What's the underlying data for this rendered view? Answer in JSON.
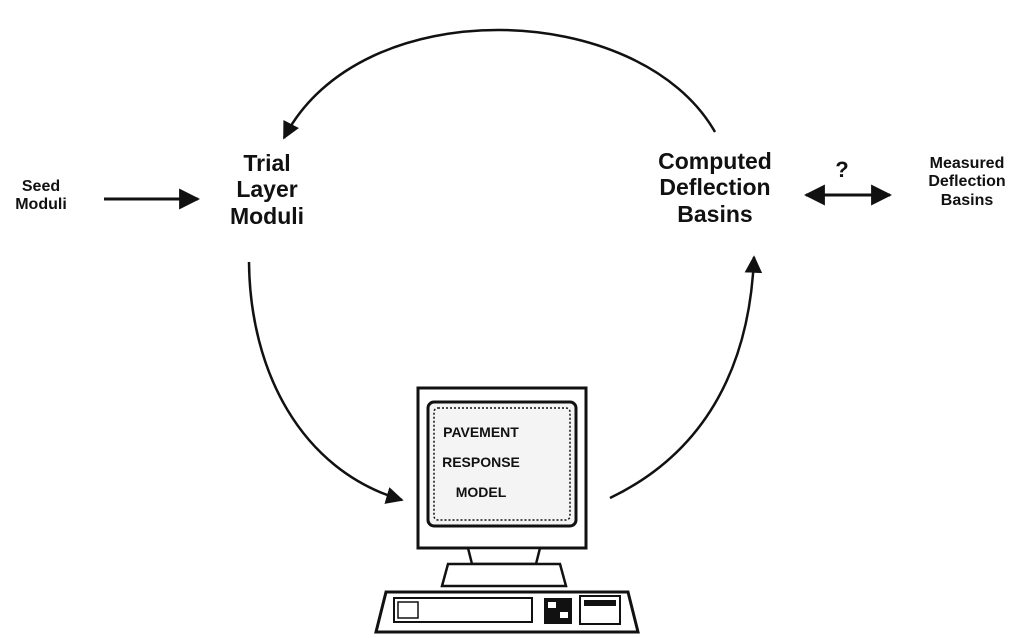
{
  "nodes": {
    "seed": {
      "lines": [
        "Seed",
        "Moduli"
      ]
    },
    "trial": {
      "lines": [
        "Trial",
        "Layer",
        "Moduli"
      ]
    },
    "computed": {
      "lines": [
        "Computed",
        "Deflection",
        "Basins"
      ]
    },
    "measured": {
      "lines": [
        "Measured",
        "Deflection",
        "Basins"
      ]
    }
  },
  "comparison_symbol": "?",
  "computer": {
    "screen_lines": [
      "PAVEMENT",
      "RESPONSE",
      "MODEL"
    ]
  },
  "colors": {
    "ink": "#111111",
    "background": "#ffffff",
    "screen_fill": "#f4f4f4"
  }
}
